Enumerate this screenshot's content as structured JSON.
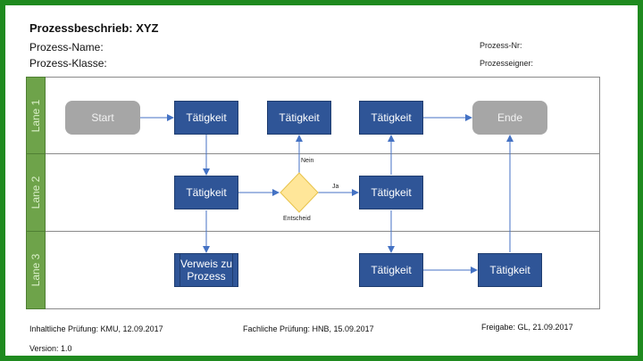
{
  "header": {
    "title": "Prozessbeschrieb: XYZ",
    "prozess_name": "Prozess-Name:",
    "prozess_klasse": "Prozess-Klasse:",
    "prozess_nr": "Prozess-Nr:",
    "prozesseigner": "Prozesseigner:"
  },
  "lanes": [
    "Lane 1",
    "Lane 2",
    "Lane 3"
  ],
  "nodes": {
    "start": "Start",
    "task_l1_a": "Tätigkeit",
    "task_l1_b": "Tätigkeit",
    "task_l1_c": "Tätigkeit",
    "end": "Ende",
    "task_l2_a": "Tätigkeit",
    "task_l2_b": "Tätigkeit",
    "decision_label": "Entscheid",
    "subprocess": "Verweis zu Prozess",
    "task_l3_a": "Tätigkeit",
    "task_l3_b": "Tätigkeit"
  },
  "edge_labels": {
    "no": "Nein",
    "yes": "Ja"
  },
  "footer": {
    "inhaltlich": "Inhaltliche Prüfung: KMU, 12.09.2017",
    "fachlich": "Fachliche Prüfung: HNB, 15.09.2017",
    "freigabe": "Freigabe: GL, 21.09.2017",
    "version": "Version: 1.0"
  },
  "colors": {
    "frame": "#1f8a1f",
    "lane_bar": "#6ea34a",
    "task": "#2f5597",
    "terminal": "#a6a6a6",
    "decision": "#ffe699",
    "arrow": "#4472c4"
  }
}
